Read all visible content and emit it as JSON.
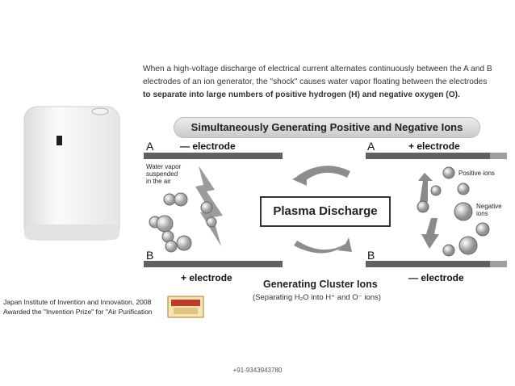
{
  "intro_lines": [
    "When a high-voltage discharge of electrical current alternates continuously between the A and B",
    "electrodes of an ion generator, the \"shock\" causes water vapor floating between the electrodes",
    "to separate into large numbers of positive hydrogen (H) and negative oxygen (O)."
  ],
  "banner": "Simultaneously Generating Positive and Negative Ions",
  "left": {
    "label_a": "A",
    "top_electrode": "— electrode",
    "vapor_lines": [
      "Water vapor",
      "suspended",
      "in the air"
    ],
    "label_b": "B",
    "bottom_electrode": "+ electrode"
  },
  "right": {
    "label_a": "A",
    "top_electrode": "+ electrode",
    "positive_ions": "Positive ions",
    "negative_ions_lines": [
      "Negative",
      "ions"
    ],
    "label_b": "B",
    "bottom_electrode": "— electrode"
  },
  "plasma": "Plasma Discharge",
  "cluster_title": "Generating Cluster Ions",
  "cluster_sub": "(Separating H₂O into H⁺ and O⁻ ions)",
  "award_lines": [
    "Japan Institute of Invention and Innovation, 2008",
    "Awarded the \"Invention Prize\" for \"Air Purification"
  ],
  "phone": "+91-9343943780",
  "colors": {
    "electrode_bar": "#616161",
    "bar_light": "#9e9e9e",
    "banner_top": "#eeeeee",
    "banner_bottom": "#c9c9c9"
  }
}
